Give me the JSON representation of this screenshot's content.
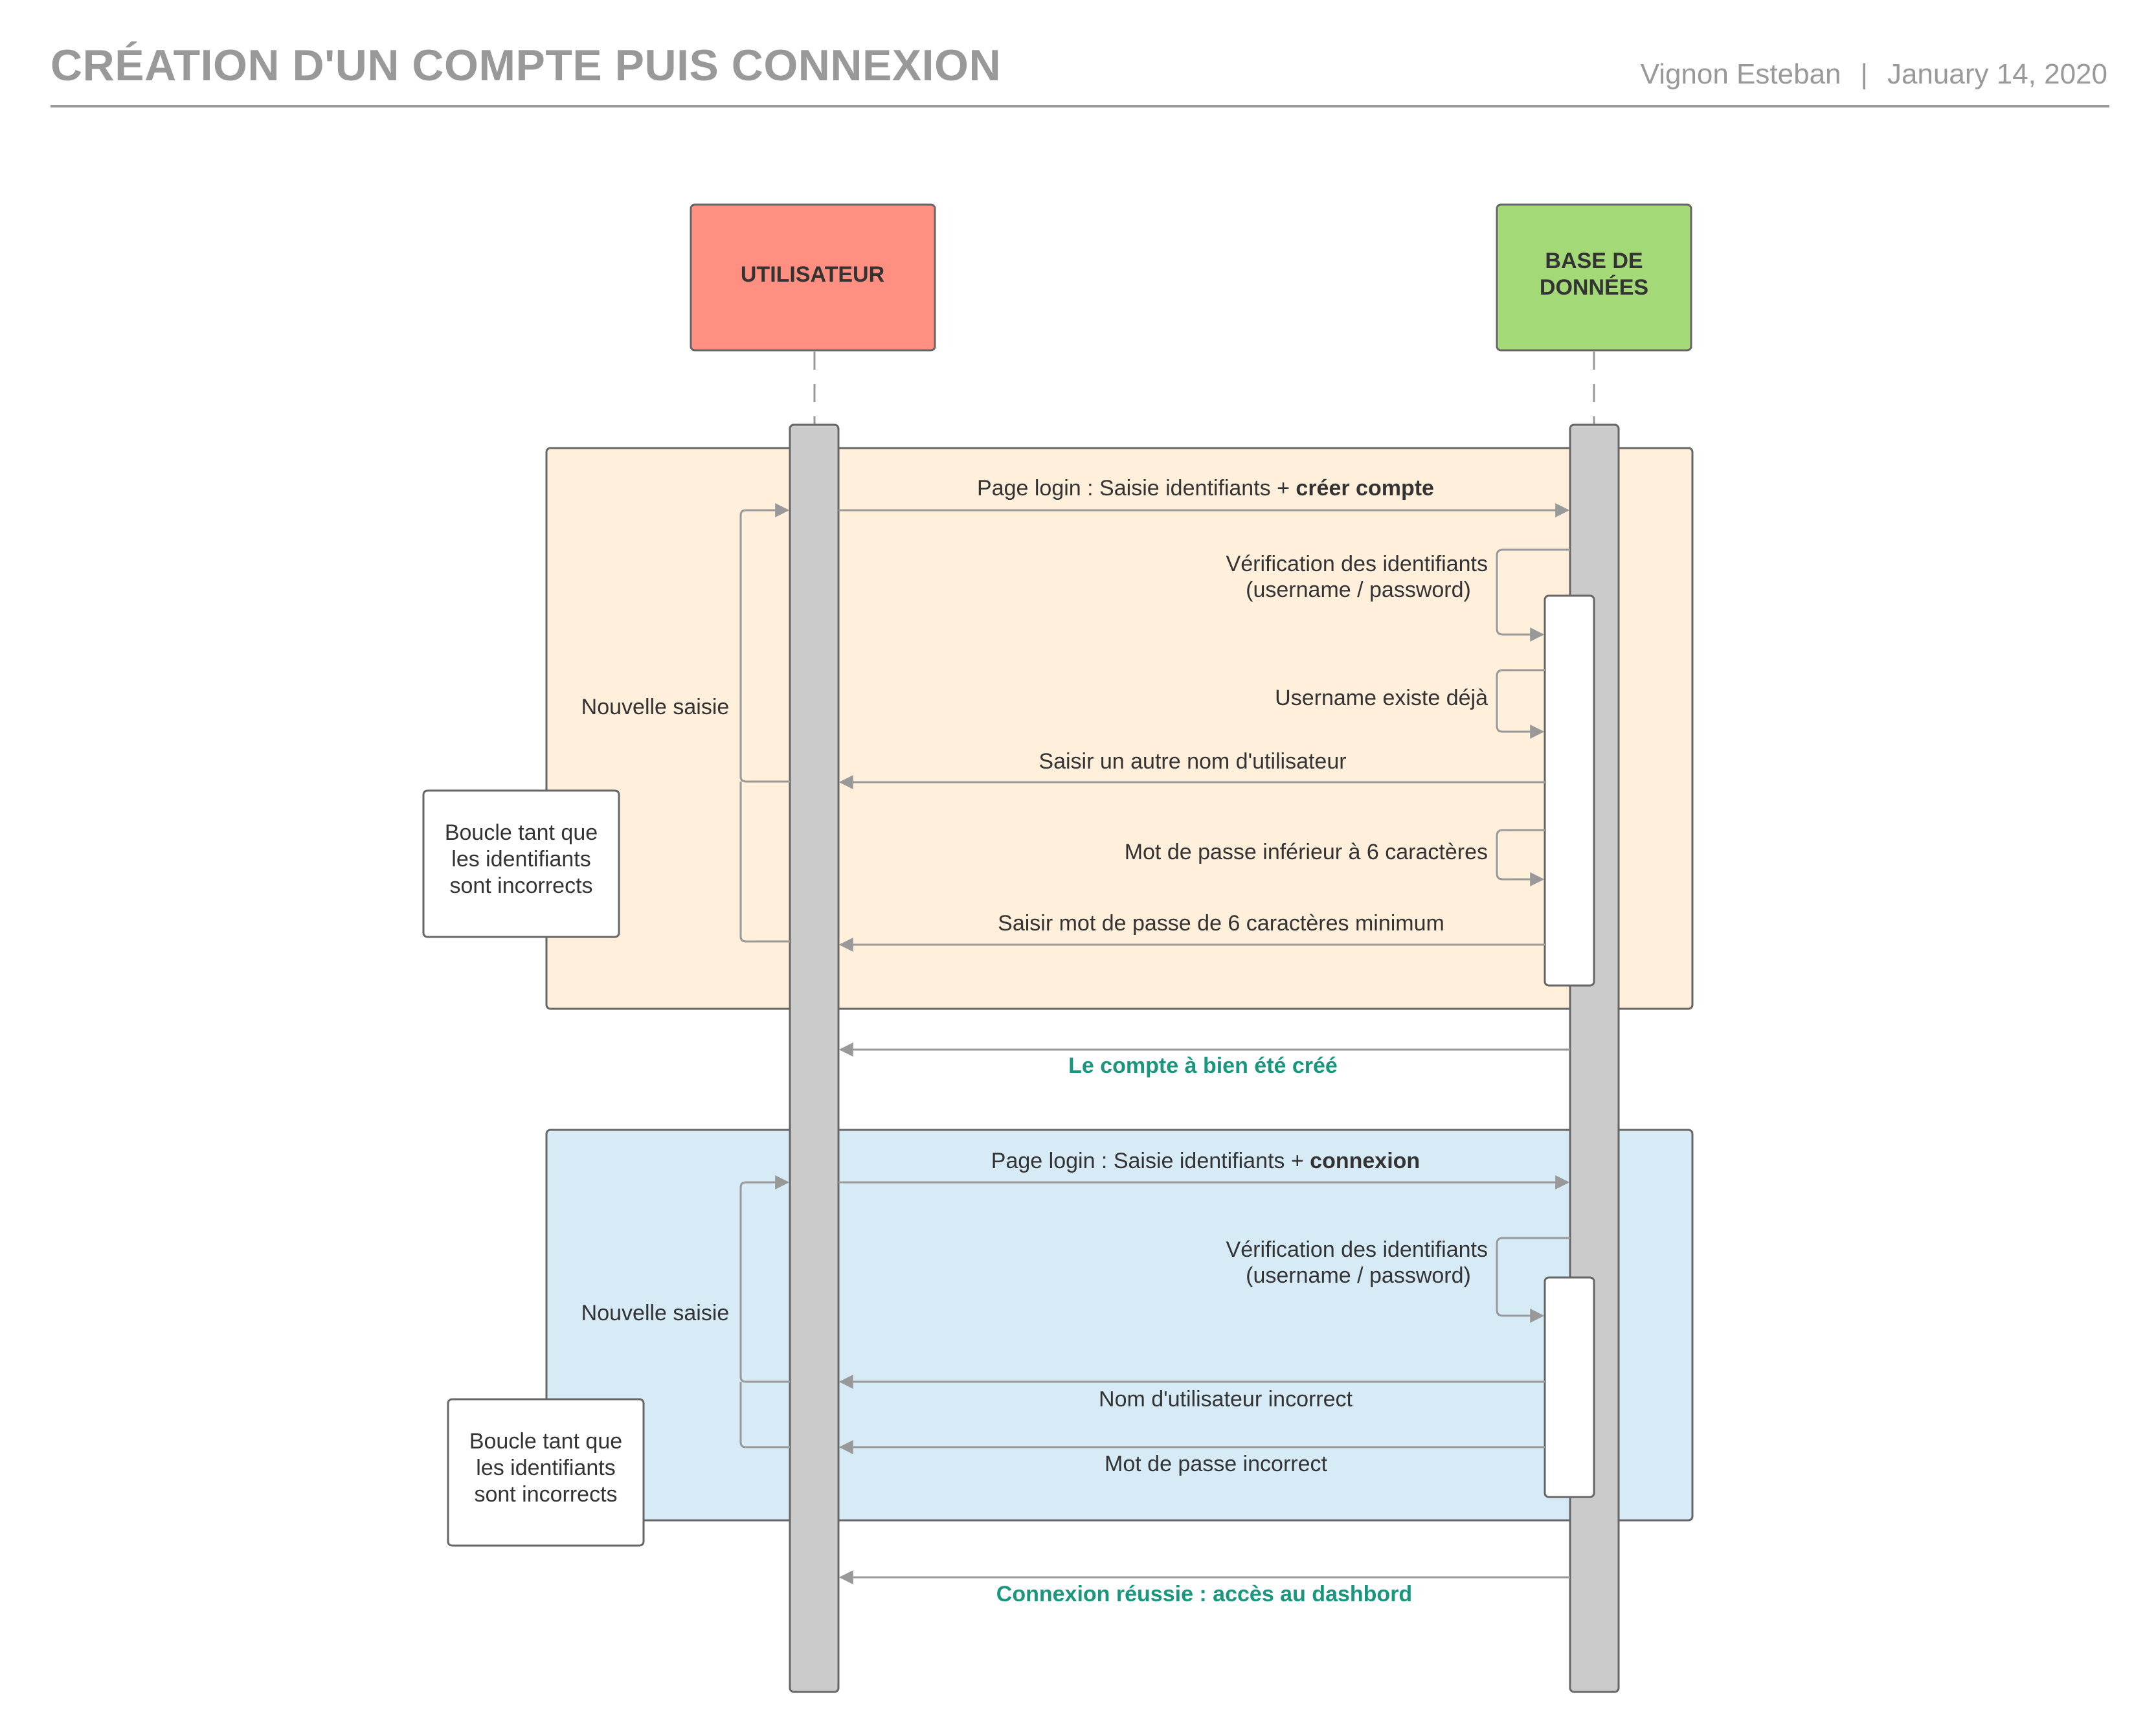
{
  "header": {
    "title": "CRÉATION D'UN COMPTE PUIS CONNEXION",
    "author": "Vignon Esteban",
    "separator": "|",
    "date": "January 14, 2020"
  },
  "actors": {
    "user": "UTILISATEUR",
    "db_line1": "BASE DE",
    "db_line2": "DONNÉES"
  },
  "colors": {
    "user_box": "#ff8f80",
    "db_box": "#a3d977",
    "create_frame": "#ffefdb",
    "login_frame": "#d7ebf7",
    "lifeline": "#cbcbcb",
    "success_text": "#19967d",
    "arrow": "#999999"
  },
  "creation": {
    "request_plain": "Page login : Saisie identifiants + ",
    "request_bold": "créer compte",
    "verify_line1": "Vérification des identifiants",
    "verify_line2": "(username / password)",
    "username_exists": "Username existe déjà",
    "other_username": "Saisir un autre nom d'utilisateur",
    "password_short": "Mot de passe inférieur à 6 caractères",
    "password_min": "Saisir mot de passe de 6 caractères minimum",
    "retry": "Nouvelle saisie",
    "loop_line1": "Boucle tant que",
    "loop_line2": "les identifiants",
    "loop_line3": "sont incorrects",
    "success": "Le compte à bien été créé"
  },
  "login": {
    "request_plain": "Page login : Saisie identifiants + ",
    "request_bold": "connexion",
    "verify_line1": "Vérification des identifiants",
    "verify_line2": "(username / password)",
    "wrong_username": "Nom d'utilisateur incorrect",
    "wrong_password": "Mot de passe incorrect",
    "retry": "Nouvelle saisie",
    "loop_line1": "Boucle tant que",
    "loop_line2": "les identifiants",
    "loop_line3": "sont incorrects",
    "success": "Connexion réussie : accès au dashbord"
  }
}
